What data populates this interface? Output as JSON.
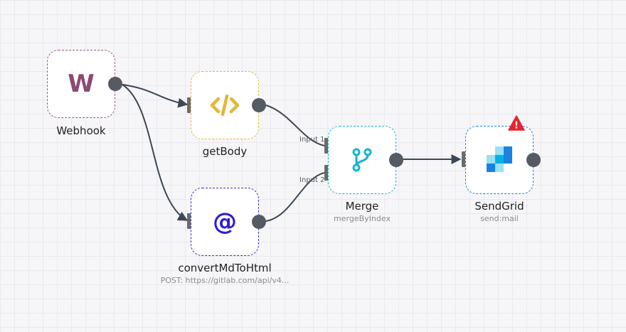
{
  "nodes": {
    "webhook": {
      "title": "Webhook",
      "icon": "webhook-w-icon",
      "icon_text": "W",
      "accent": "#8b4a73"
    },
    "getbody": {
      "title": "getBody",
      "icon": "code-tag-icon",
      "accent": "#e3b73a"
    },
    "convert": {
      "title": "convertMdToHtml",
      "subtitle": "POST: https://gitlab.com/api/v4...",
      "icon": "at-sign-icon",
      "icon_text": "@",
      "accent": "#2f1fd1"
    },
    "merge": {
      "title": "Merge",
      "subtitle": "mergeByIndex",
      "icon": "merge-branch-icon",
      "accent": "#14b4d0",
      "inputs": [
        {
          "label": "Input 1"
        },
        {
          "label": "Input 2"
        }
      ]
    },
    "sendgrid": {
      "title": "SendGrid",
      "subtitle": "send:mail",
      "icon": "sendgrid-logo-icon",
      "accent": "#1a82e2",
      "warning_icon": "warning-triangle-icon",
      "warning_glyph": "!"
    }
  },
  "connections": [
    {
      "from": "webhook",
      "to": "getbody"
    },
    {
      "from": "webhook",
      "to": "convert"
    },
    {
      "from": "getbody",
      "to": "merge.input1"
    },
    {
      "from": "convert",
      "to": "merge.input2"
    },
    {
      "from": "merge",
      "to": "sendgrid"
    }
  ],
  "colors": {
    "edge": "#3d4654",
    "port": "#565a63",
    "warning": "#e8242c"
  }
}
